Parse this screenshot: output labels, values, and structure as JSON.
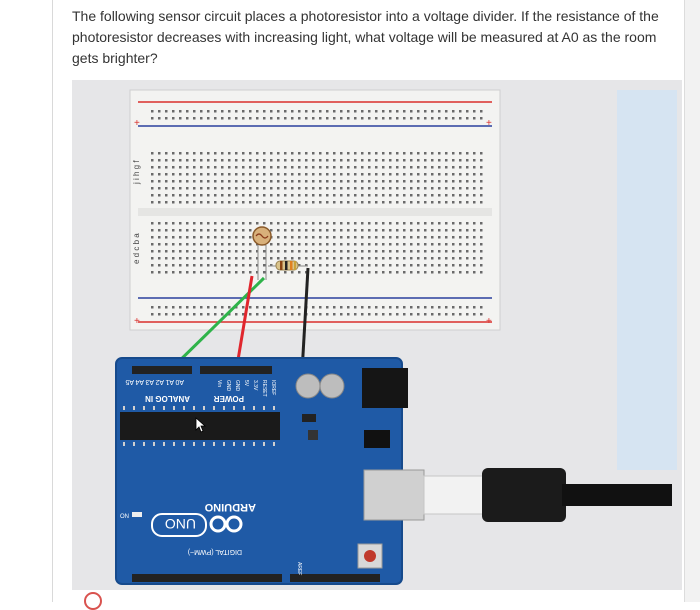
{
  "question": {
    "text": "The following sensor circuit places a photoresistor into a voltage divider. If the resistance of the photoresistor decreases with increasing light, what voltage will be measured at A0 as the room gets brighter?"
  },
  "breadboard": {
    "rail_plus": "+",
    "rail_minus": "-",
    "row_letters_top": "j i h g f",
    "row_letters_bottom": "e d c b a"
  },
  "arduino": {
    "analog_in_label": "ANALOG IN",
    "analog_pins": [
      "A0",
      "A1",
      "A2",
      "A3",
      "A4",
      "A5"
    ],
    "power_label": "POWER",
    "power_pins": [
      "IOREF",
      "RESET",
      "3.3V",
      "5V",
      "GND",
      "GND",
      "Vin"
    ],
    "brand": "ARDUINO",
    "model": "UNO",
    "digital_label": "DIGITAL (PWM~)",
    "aref_label": "AREF",
    "on_label": "ON"
  },
  "colors": {
    "board": "#1f5aa6",
    "wire_green": "#2fb34a",
    "wire_red": "#e0262d",
    "wire_black": "#222222",
    "rail_red": "#d9302c",
    "rail_blue": "#2a3f9e"
  }
}
